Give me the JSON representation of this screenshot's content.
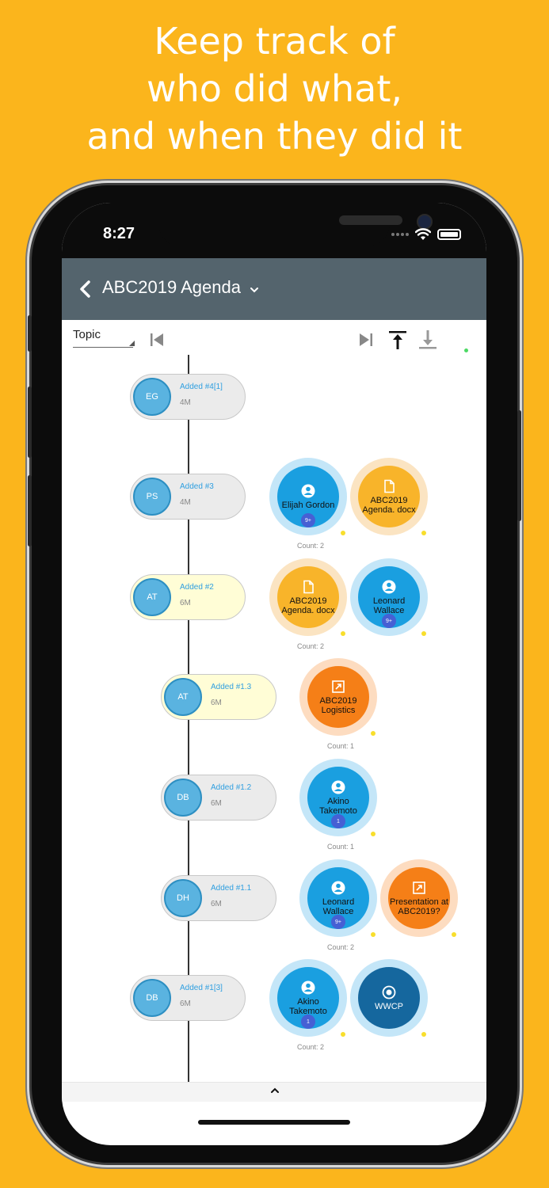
{
  "headline": [
    "Keep track of",
    "who did what,",
    "and when they did it"
  ],
  "status": {
    "time": "8:27"
  },
  "appbar": {
    "title": "ABC2019 Agenda"
  },
  "toolbar": {
    "topic_label": "Topic"
  },
  "rows": [
    {
      "initials": "EG",
      "title": "Added #4[1]",
      "time": "4M",
      "style": "gray",
      "nodes": [],
      "count": ""
    },
    {
      "initials": "PS",
      "title": "Added #3",
      "time": "4M",
      "style": "gray",
      "nodes": [
        {
          "type": "person",
          "label": "Elijah Gordon",
          "badge": "9+"
        },
        {
          "type": "doc",
          "label": "ABC2019 Agenda. docx"
        }
      ],
      "count": "Count: 2"
    },
    {
      "initials": "AT",
      "title": "Added #2",
      "time": "6M",
      "style": "yellow",
      "nodes": [
        {
          "type": "doc",
          "label": "ABC2019 Agenda. docx"
        },
        {
          "type": "person",
          "label": "Leonard Wallace",
          "badge": "9+"
        }
      ],
      "count": "Count: 2"
    },
    {
      "initials": "AT",
      "title": "Added #1.3",
      "time": "6M",
      "style": "yellow",
      "nodes": [
        {
          "type": "link",
          "label": "ABC2019 Logistics"
        }
      ],
      "count": "Count: 1"
    },
    {
      "initials": "DB",
      "title": "Added #1.2",
      "time": "6M",
      "style": "gray",
      "nodes": [
        {
          "type": "person",
          "label": "Akino Takemoto",
          "badge": "1"
        }
      ],
      "count": "Count: 1"
    },
    {
      "initials": "DH",
      "title": "Added #1.1",
      "time": "6M",
      "style": "gray",
      "nodes": [
        {
          "type": "person",
          "label": "Leonard Wallace",
          "badge": "9+"
        },
        {
          "type": "link",
          "label": "Presentation at ABC2019?"
        }
      ],
      "count": "Count: 2"
    },
    {
      "initials": "DB",
      "title": "Added #1[3]",
      "time": "6M",
      "style": "gray",
      "nodes": [
        {
          "type": "person",
          "label": "Akino Takemoto",
          "badge": "1"
        },
        {
          "type": "group",
          "label": "WWCP"
        }
      ],
      "count": "Count: 2"
    }
  ],
  "colors": {
    "background": "#FBB51C",
    "appbar": "#54646D",
    "person": "#1A9FE0",
    "doc": "#F8B42A",
    "link": "#F57F17",
    "group": "#15679E"
  }
}
